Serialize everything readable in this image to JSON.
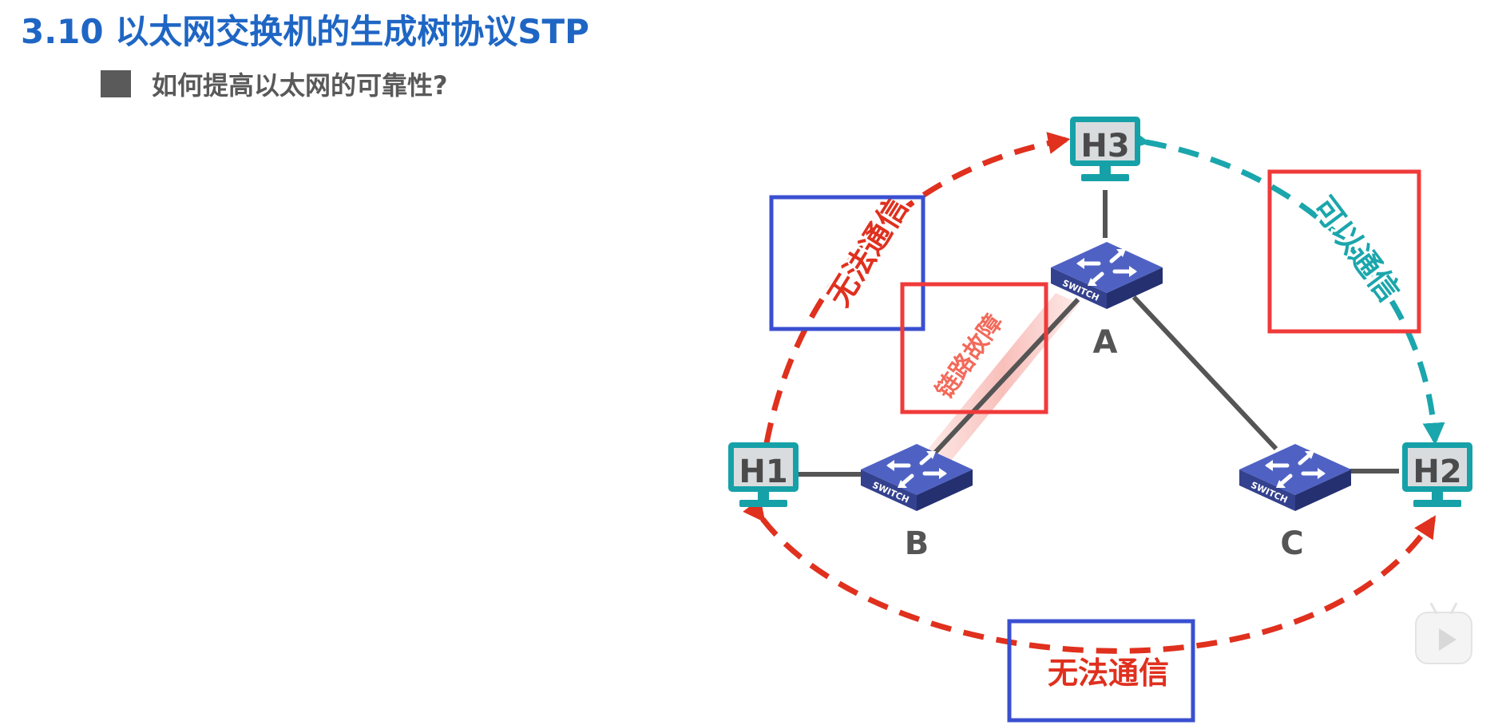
{
  "title": "3.10 以太网交换机的生成树协议STP",
  "bullet": "如何提高以太网的可靠性?",
  "hosts": [
    "H1",
    "H2",
    "H3"
  ],
  "switches": [
    {
      "node": "A",
      "badge": "SWITCH"
    },
    {
      "node": "B",
      "badge": "SWITCH"
    },
    {
      "node": "C",
      "badge": "SWITCH"
    }
  ],
  "labels": {
    "fail_top": "无法通信",
    "fail_bottom": "无法通信",
    "ok_right": "可以通信",
    "link_fault": "链路故障"
  },
  "colors": {
    "title": "#1f66c4",
    "host_teal": "#16a1a8",
    "switch_blue": "#3a4aa0",
    "fail_red": "#e0301e",
    "ok_teal": "#1aa6ac",
    "box_blue": "#3a4fd0",
    "box_red": "#f03a3a"
  },
  "icons": [
    "monitor-icon",
    "switch-icon",
    "play-icon"
  ]
}
